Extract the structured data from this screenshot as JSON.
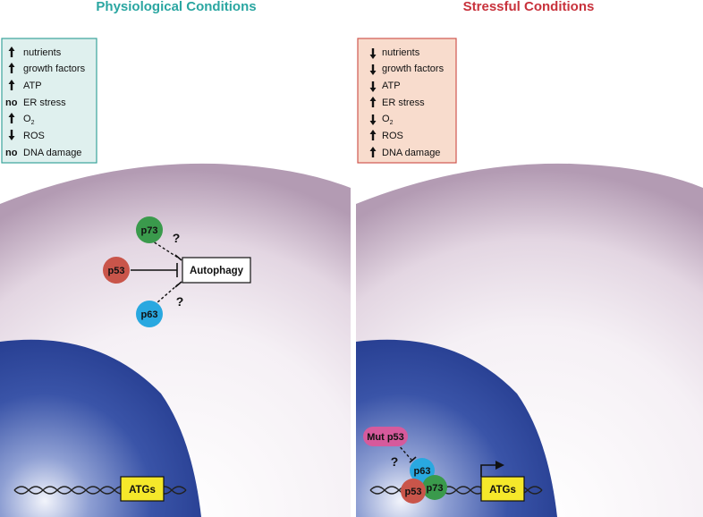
{
  "left_panel": {
    "title": "Physiological Conditions",
    "title_color": "#2aa6a1",
    "conditions": [
      {
        "indicator": "up-arrow",
        "text": "nutrients"
      },
      {
        "indicator": "up-arrow",
        "text": "growth factors"
      },
      {
        "indicator": "up-arrow",
        "text": "ATP"
      },
      {
        "indicator": "no",
        "text": "ER stress"
      },
      {
        "indicator": "up-arrow",
        "text": "O",
        "subscript": "2"
      },
      {
        "indicator": "down-arrow",
        "text": "ROS"
      },
      {
        "indicator": "no",
        "text": "DNA damage"
      }
    ],
    "box_fill": "#dff0ee",
    "box_border": "#3aa39b",
    "proteins": {
      "p73": "p73",
      "p53": "p53",
      "p63": "p63"
    },
    "question_marks": [
      "?",
      "?"
    ],
    "autophagy_label": "Autophagy",
    "atg_label": "ATGs"
  },
  "right_panel": {
    "title": "Stressful Conditions",
    "title_color": "#c8323c",
    "conditions": [
      {
        "indicator": "down-arrow",
        "text": "nutrients"
      },
      {
        "indicator": "down-arrow",
        "text": "growth factors"
      },
      {
        "indicator": "down-arrow",
        "text": "ATP"
      },
      {
        "indicator": "up-arrow",
        "text": "ER stress"
      },
      {
        "indicator": "down-arrow",
        "text": "O",
        "subscript": "2"
      },
      {
        "indicator": "up-arrow",
        "text": "ROS"
      },
      {
        "indicator": "up-arrow",
        "text": "DNA damage"
      }
    ],
    "box_fill": "#f8dccd",
    "box_border": "#d0584f",
    "proteins": {
      "mut_p53": "Mut p53",
      "p63": "p63",
      "p53": "p53",
      "p73": "p73"
    },
    "question_mark": "?",
    "atg_label": "ATGs"
  },
  "colors": {
    "p53": "#c9554a",
    "p63": "#29a8e0",
    "p73": "#3a9a4c",
    "mut_p53": "#d65a9c",
    "atg_box": "#f5e82a",
    "nucleus": "#2f4aa0"
  }
}
